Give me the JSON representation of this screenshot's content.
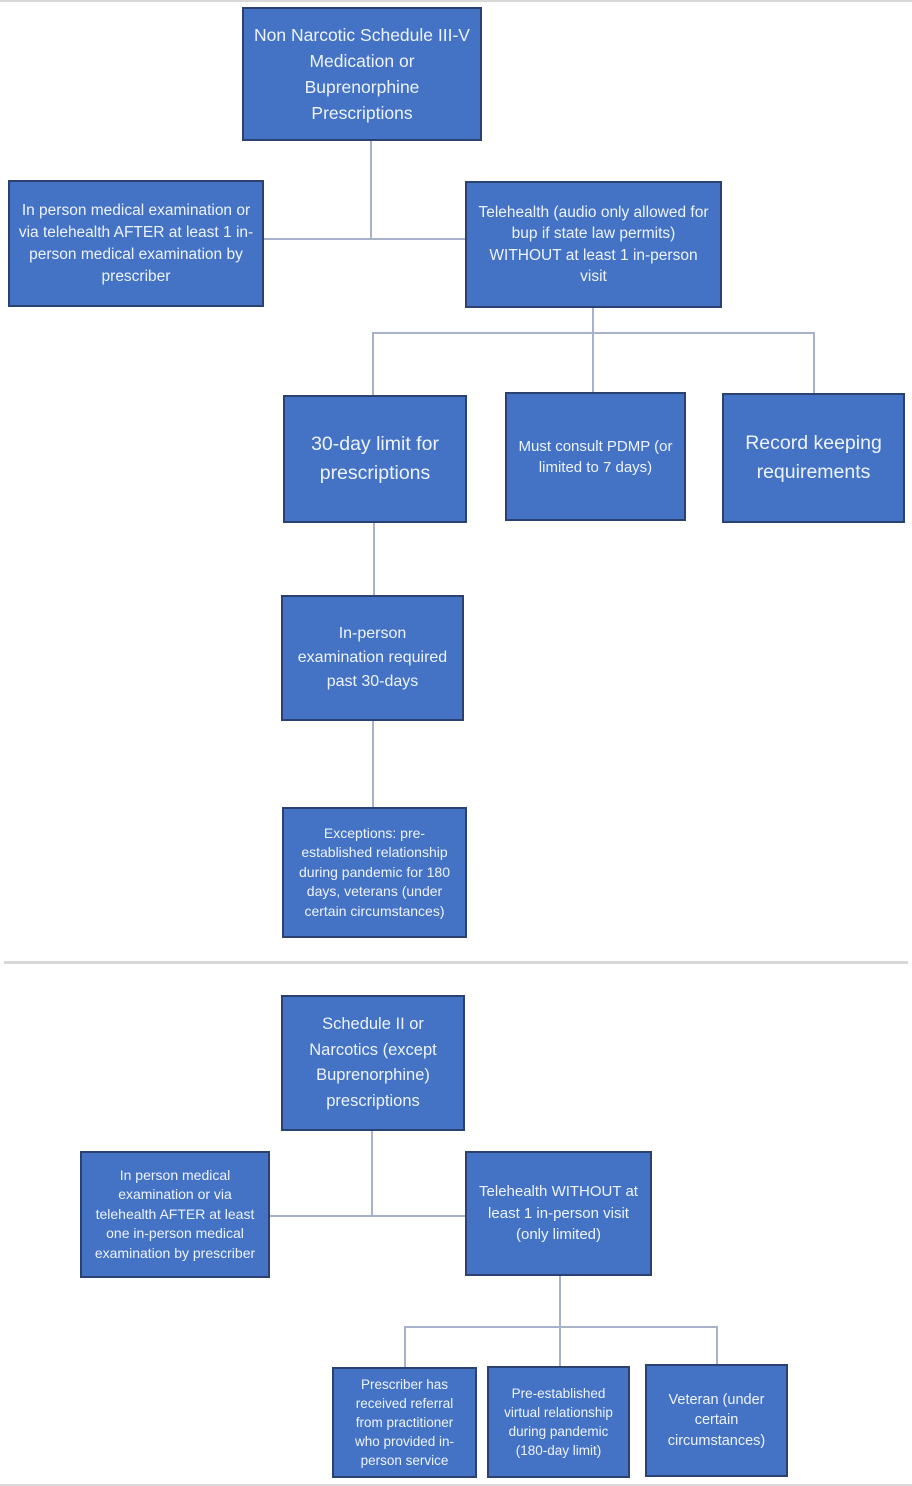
{
  "colors": {
    "box_fill": "#4472c4",
    "box_border": "#2b4170",
    "box_text": "#edf3fb",
    "connector": "#a7b2ca",
    "divider": "#d8d8d8",
    "background": "#ffffff"
  },
  "chart_type": "flowchart",
  "sections": {
    "top": "Non narcotic Schedule III-V / buprenorphine prescribing pathway",
    "bottom": "Schedule II / narcotics prescribing pathway"
  },
  "nodes": {
    "non_narcotic_root": {
      "text": "Non Narcotic Schedule III-V Medication or Buprenorphine Prescriptions"
    },
    "in_person_exam_1": {
      "text": "In person medical examination or via telehealth AFTER at least 1 in-person medical examination by prescriber"
    },
    "telehealth_without_1": {
      "text": "Telehealth (audio only allowed for bup if state law permits) WITHOUT at least 1 in-person visit"
    },
    "thirty_day_limit": {
      "text": "30-day limit for prescriptions"
    },
    "pdmp": {
      "text": "Must consult PDMP (or limited to 7 days)"
    },
    "record_keeping": {
      "text": "Record keeping requirements"
    },
    "in_person_past_30": {
      "text": "In-person examination required past 30-days"
    },
    "exceptions": {
      "text": "Exceptions: pre-established relationship during pandemic for 180 days, veterans (under certain circumstances)"
    },
    "schedule_ii_root": {
      "text": "Schedule II or Narcotics (except Buprenorphine) prescriptions"
    },
    "in_person_exam_2": {
      "text": "In person medical examination or via telehealth AFTER at least one in-person medical examination by prescriber"
    },
    "telehealth_without_2": {
      "text": "Telehealth WITHOUT at least 1 in-person visit (only limited)"
    },
    "referral": {
      "text": "Prescriber has received referral from practitioner who provided in-person service"
    },
    "pre_established_virtual": {
      "text": "Pre-established virtual relationship during pandemic (180-day limit)"
    },
    "veteran": {
      "text": "Veteran (under certain circumstances)"
    }
  }
}
